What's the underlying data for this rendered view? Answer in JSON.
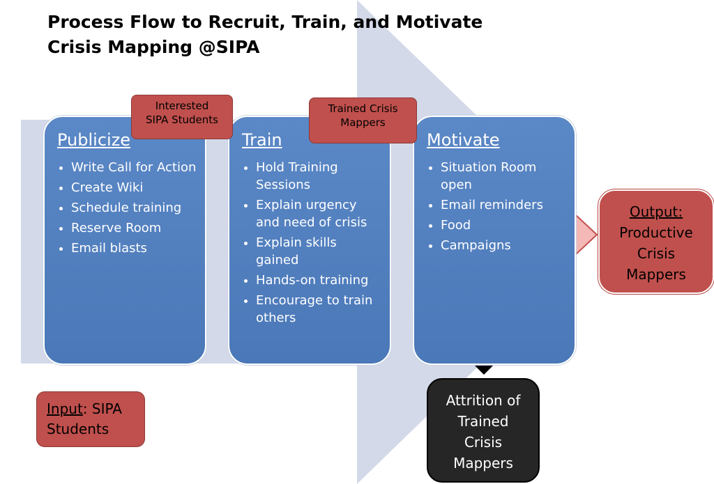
{
  "title": {
    "line1": "Process Flow to Recruit, Train, and Motivate",
    "line2": "Crisis Mapping @SIPA"
  },
  "stages": [
    {
      "heading": "Publicize",
      "items": [
        "Write Call for Action",
        "Create Wiki",
        "Schedule training",
        "Reserve Room",
        "Email blasts"
      ]
    },
    {
      "heading": "Train",
      "items": [
        "Hold Training Sessions",
        "Explain urgency and need of crisis",
        "Explain skills gained",
        "Hands-on training",
        "Encourage to train others"
      ]
    },
    {
      "heading": "Motivate",
      "items": [
        "Situation Room open",
        "Email reminders",
        "Food",
        "Campaigns"
      ]
    }
  ],
  "tags": {
    "interested": {
      "line1": "Interested",
      "line2": "SIPA Students"
    },
    "trained": {
      "line1": "Trained Crisis",
      "line2": "Mappers"
    }
  },
  "input": {
    "label": "Input",
    "rest": ": SIPA",
    "line2": "Students"
  },
  "output": {
    "label": "Output:",
    "line1": "Productive",
    "line2": "Crisis",
    "line3": "Mappers"
  },
  "attrition": {
    "line1": "Attrition of",
    "line2": "Trained",
    "line3": "Crisis",
    "line4": "Mappers"
  },
  "colors": {
    "stage_fill": "#4f81bd",
    "tag_fill": "#c0504d",
    "background_arrow": "#d3d9e8",
    "pink_arrow": "#f4b8b6",
    "attrition_fill": "#262626"
  }
}
